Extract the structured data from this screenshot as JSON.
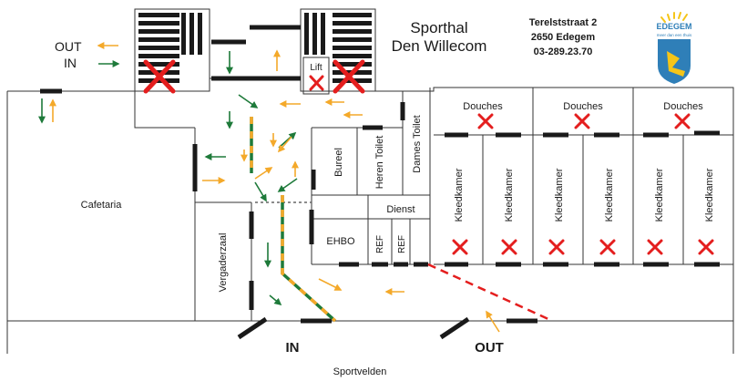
{
  "title": {
    "line1": "Sporthal",
    "line2": "Den Willecom"
  },
  "address": {
    "street": "Terelststraat 2",
    "city": "2650 Edegem",
    "phone": "03-289.23.70"
  },
  "logo": {
    "name": "EDEGEM",
    "tagline": "meer dan een thuis"
  },
  "legend": {
    "out": "OUT",
    "in": "IN"
  },
  "rooms": {
    "cafetaria": "Cafetaria",
    "vergaderzaal": "Vergaderzaal",
    "bureel": "Bureel",
    "ehbo": "EHBO",
    "heren_toilet": "Heren Toilet",
    "dames_toilet": "Dames Toilet",
    "dienst": "Dienst",
    "ref1": "REF",
    "ref2": "REF",
    "lift": "Lift",
    "douches": [
      "Douches",
      "Douches",
      "Douches"
    ],
    "kleedkamers": [
      "Kleedkamer",
      "Kleedkamer",
      "Kleedkamer",
      "Kleedkamer",
      "Kleedkamer",
      "Kleedkamer"
    ]
  },
  "entrances": {
    "in": "IN",
    "out": "OUT"
  },
  "sportvelden": "Sportvelden",
  "colors": {
    "in_arrow": "#1e7a3a",
    "out_arrow": "#f4a92a",
    "closed_mark": "#e41e1e",
    "wall": "#1a1a1a",
    "logo_blue": "#2f7fb8",
    "logo_yellow": "#f5c518"
  }
}
